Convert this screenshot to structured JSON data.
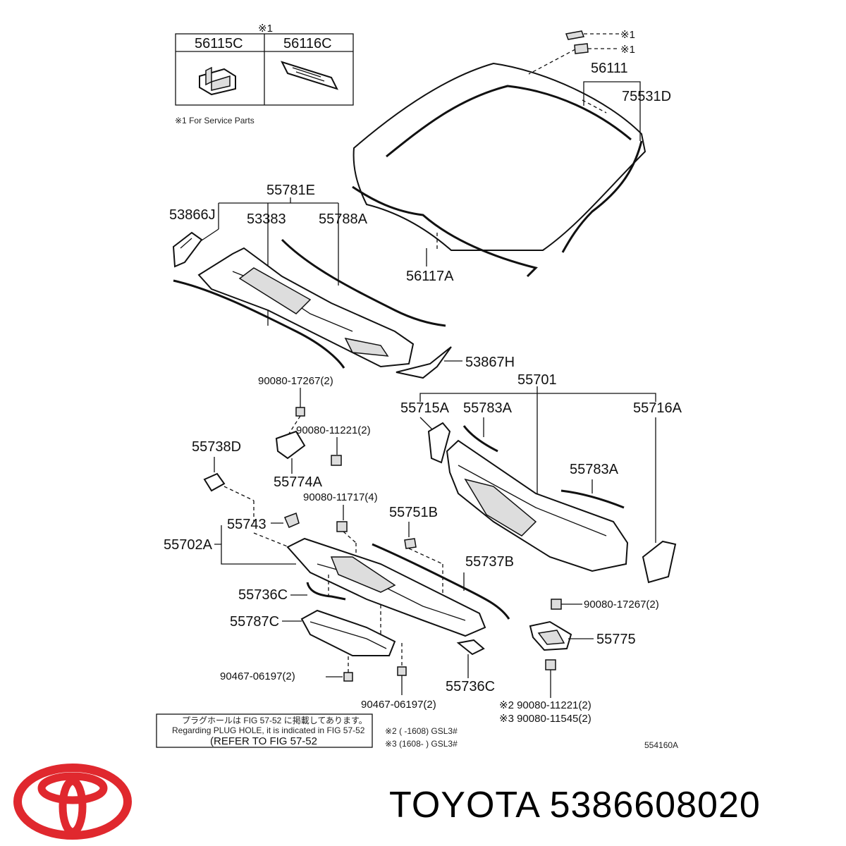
{
  "header_box": {
    "note_mark": "※1",
    "col1": "56115C",
    "col2": "56116C",
    "footnote": "※1 For Service Parts"
  },
  "labels": {
    "p56111": "56111",
    "p75531D": "75531D",
    "s1a": "※1",
    "s1b": "※1",
    "p55781E": "55781E",
    "p53866J": "53866J",
    "p53383": "53383",
    "p55788A": "55788A",
    "p56117A": "56117A",
    "p53867H": "53867H",
    "p9008017267a": "90080-17267(2)",
    "p55701": "55701",
    "p55715A": "55715A",
    "p55783A_1": "55783A",
    "p55716A": "55716A",
    "p9008011221a": "90080-11221(2)",
    "p55738D": "55738D",
    "p55774A": "55774A",
    "p55783A_2": "55783A",
    "p9008011717": "90080-11717(4)",
    "p55751B": "55751B",
    "p55743": "55743",
    "p55702A": "55702A",
    "p55737B": "55737B",
    "p55736C_1": "55736C",
    "p9008017267b": "90080-17267(2)",
    "p55787C": "55787C",
    "p55775": "55775",
    "p9046706197a": "90467-06197(2)",
    "p55736C_2": "55736C",
    "p9046706197b": "90467-06197(2)",
    "p9008011221b": "※2 90080-11221(2)",
    "p9008011545": "※3 90080-11545(2)"
  },
  "notes": {
    "jp_line": "プラグホールは FIG 57-52 に掲載してあります。",
    "en_line": "Regarding PLUG HOLE, it is indicated in FIG 57-52",
    "refer": "(REFER TO FIG 57-52",
    "note2": "※2 (        -1608) GSL3#",
    "note3": "※3 (1608-        ) GSL3#",
    "fig_code": "554160A"
  },
  "brand": {
    "name": "TOYOTA",
    "part_number": "5386608020",
    "logo_color": "#e0282e"
  }
}
